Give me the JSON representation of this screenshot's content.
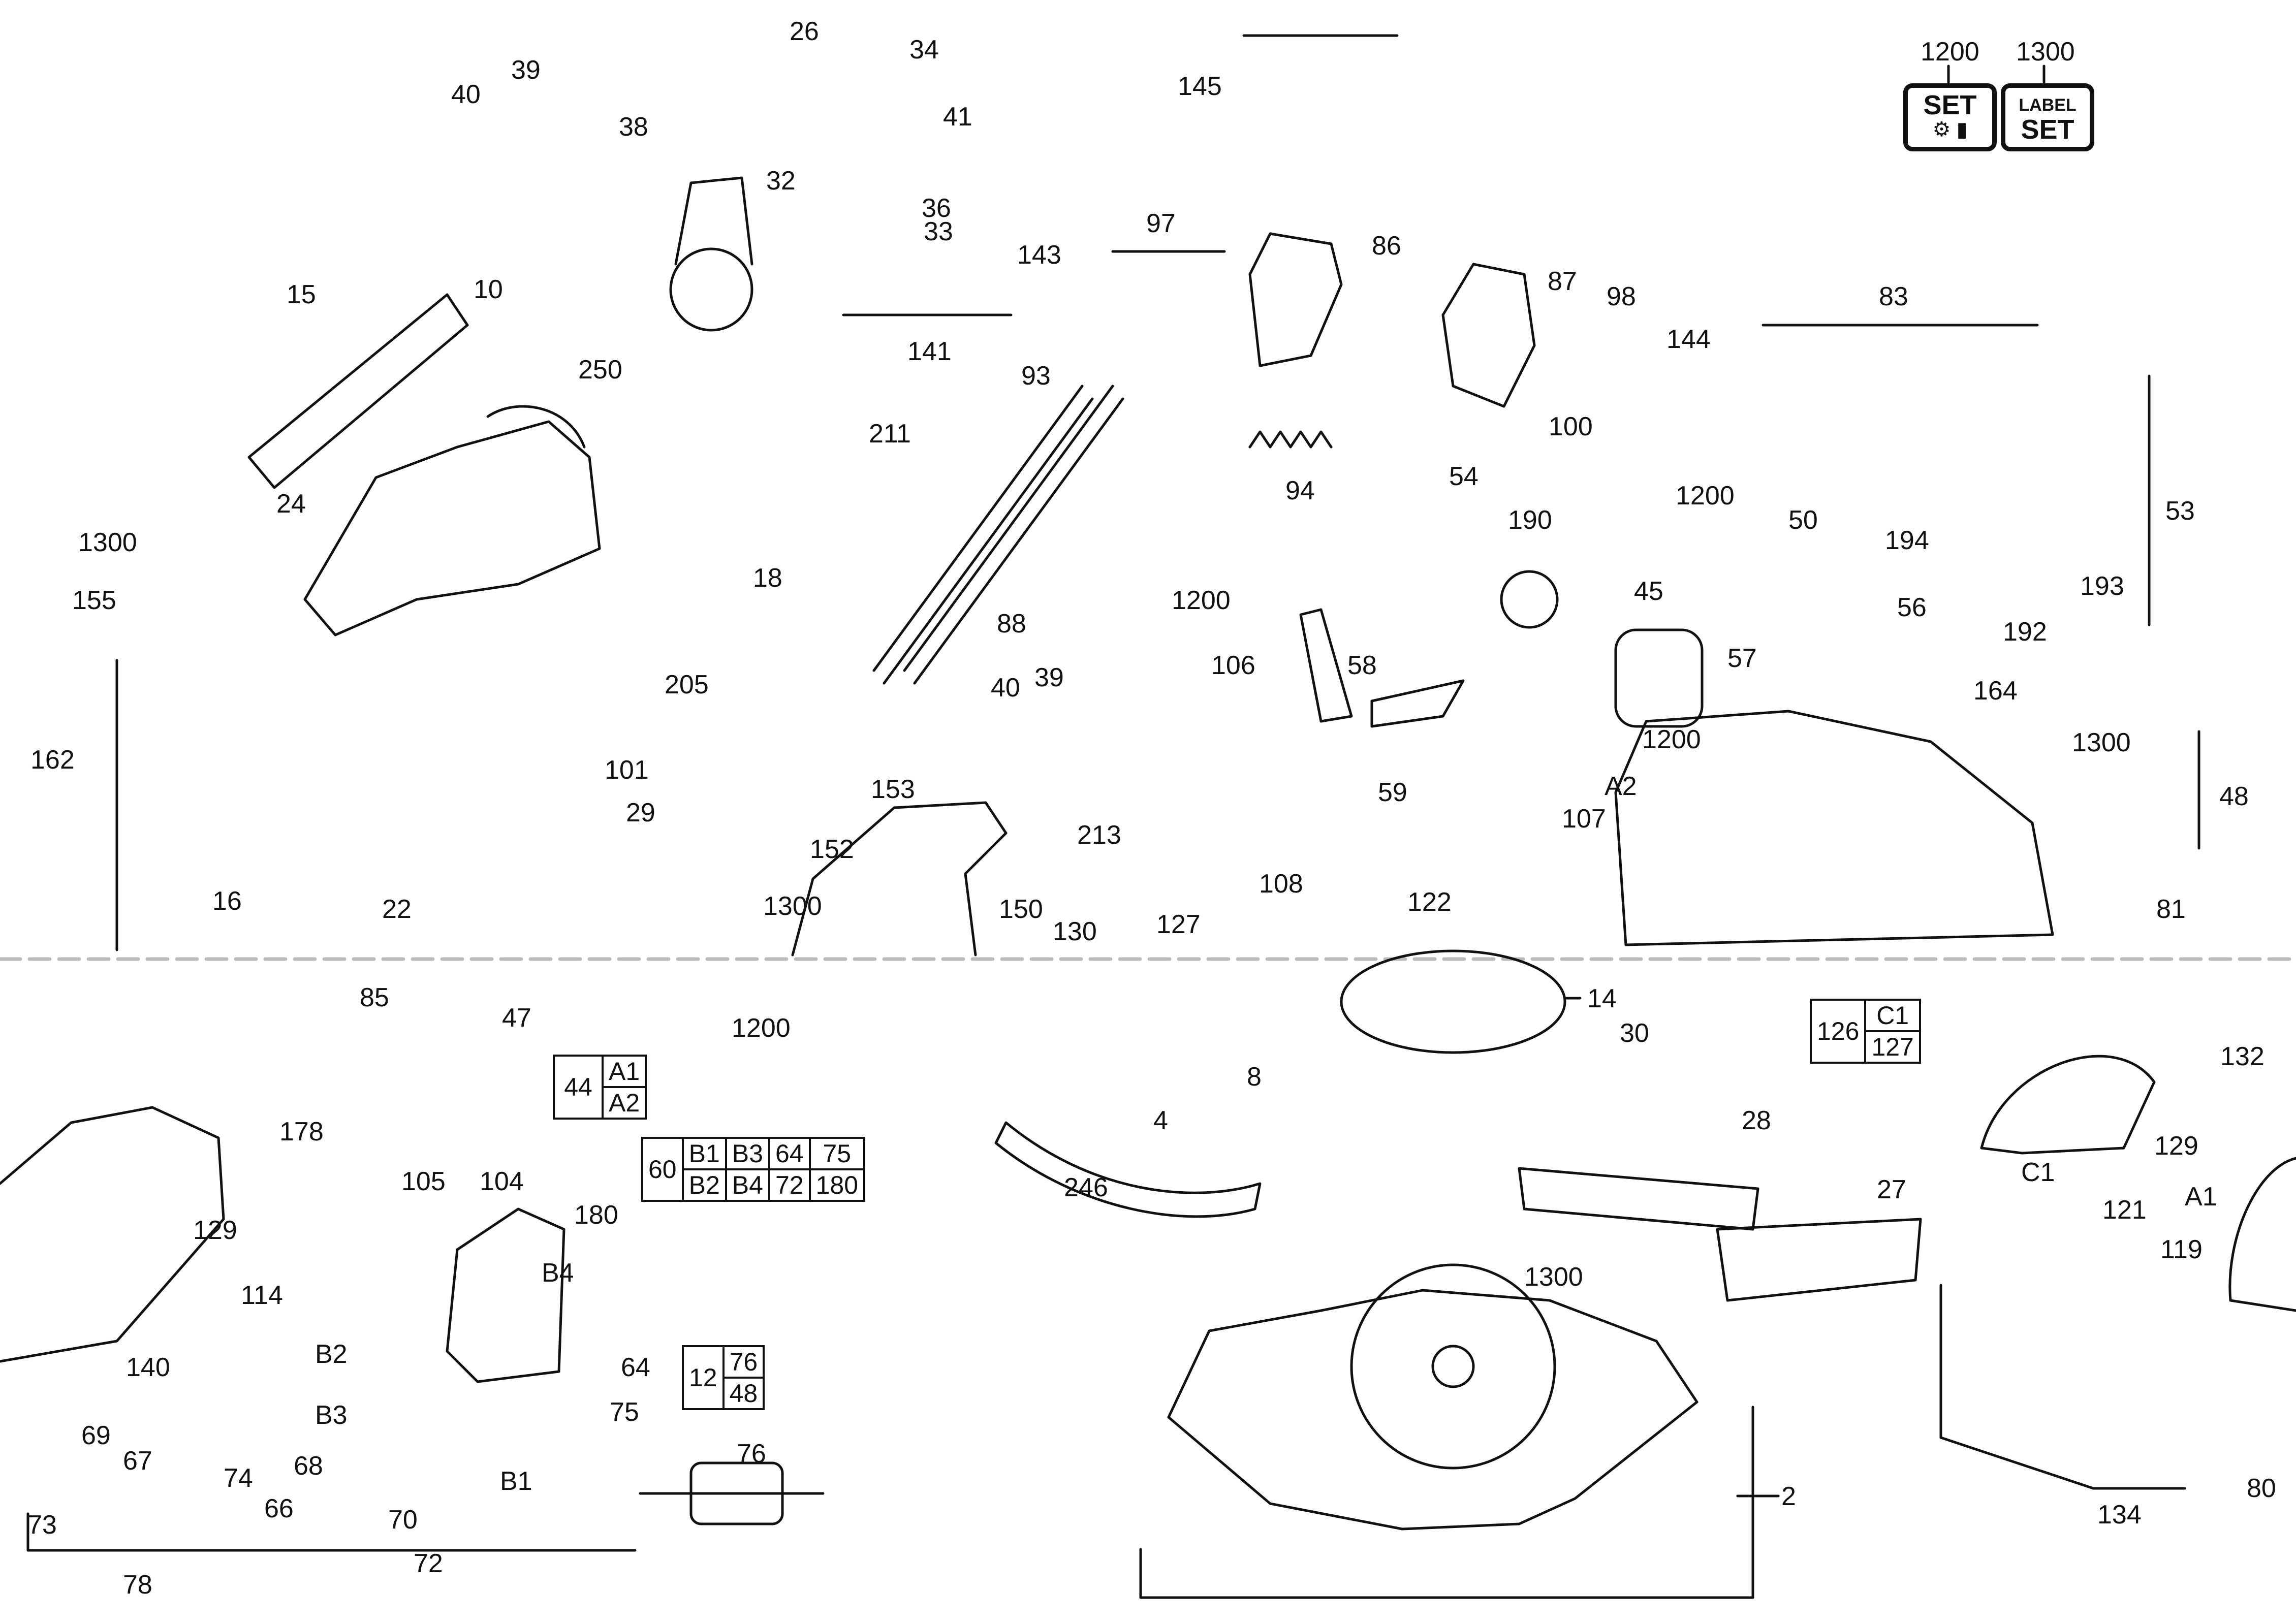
{
  "header_sets": {
    "set_number": "1200",
    "set_badge_text": "SET",
    "label_number": "1300",
    "label_badge_top": "LABEL",
    "label_badge_bottom": "SET"
  },
  "tables": {
    "t44": {
      "main": "44",
      "rows": [
        "A1",
        "A2"
      ]
    },
    "t60": {
      "main": "60",
      "row1": [
        "B1",
        "B3",
        "64",
        "75"
      ],
      "row2": [
        "B2",
        "B4",
        "72",
        "180"
      ]
    },
    "t12": {
      "main": "12",
      "rows": [
        "76",
        "48"
      ]
    },
    "t126": {
      "main": "126",
      "rows": [
        "C1",
        "127"
      ]
    }
  },
  "callouts": {
    "c26": "26",
    "c34": "34",
    "c39a": "39",
    "c40a": "40",
    "c38": "38",
    "c41": "41",
    "c32": "32",
    "c36": "36",
    "c33": "33",
    "c143": "143",
    "c141": "141",
    "c145": "145",
    "c97": "97",
    "c86": "86",
    "c87": "87",
    "c98": "98",
    "c144": "144",
    "c83": "83",
    "c100": "100",
    "c15": "15",
    "c10": "10",
    "c250": "250",
    "c93": "93",
    "c211": "211",
    "c94": "94",
    "c54": "54",
    "c190": "190",
    "c1200b": "1200",
    "c50": "50",
    "c53": "53",
    "c194": "194",
    "c193": "193",
    "c192": "192",
    "c1300a": "1300",
    "c24": "24",
    "c18": "18",
    "c88": "88",
    "c45": "45",
    "c57": "57",
    "c56": "56",
    "c1200c": "1200",
    "c155": "155",
    "c106": "106",
    "c58": "58",
    "c164": "164",
    "c205": "205",
    "c40b": "40",
    "c39b": "39",
    "c1200d": "1200",
    "c1300b": "1300",
    "c162": "162",
    "c101": "101",
    "c153": "153",
    "c59": "59",
    "c107": "107",
    "cA2": "A2",
    "c48": "48",
    "c29": "29",
    "c213": "213",
    "c152": "152",
    "c108": "108",
    "c16": "16",
    "c22": "22",
    "c150": "150",
    "c130": "130",
    "c127": "127",
    "c122": "122",
    "c81": "81",
    "c1300c": "1300",
    "c85": "85",
    "c47": "47",
    "c1200e": "1200",
    "c14": "14",
    "c30": "30",
    "c8": "8",
    "c132": "132",
    "c4": "4",
    "c28": "28",
    "c129a": "129",
    "cC1": "C1",
    "c178": "178",
    "c105": "105",
    "c104": "104",
    "c27": "27",
    "cA1": "A1",
    "c121": "121",
    "c129b": "129",
    "c246": "246",
    "c114": "114",
    "c180": "180",
    "cB4": "B4",
    "c1300d": "1300",
    "c119": "119",
    "cB2": "B2",
    "c140": "140",
    "c64": "64",
    "cB3": "B3",
    "c75": "75",
    "c69": "69",
    "c67": "67",
    "c74": "74",
    "c68": "68",
    "c76": "76",
    "cB1": "B1",
    "c2": "2",
    "c73": "73",
    "c66": "66",
    "c70": "70",
    "c134": "134",
    "c80": "80",
    "c72": "72",
    "c78": "78"
  }
}
